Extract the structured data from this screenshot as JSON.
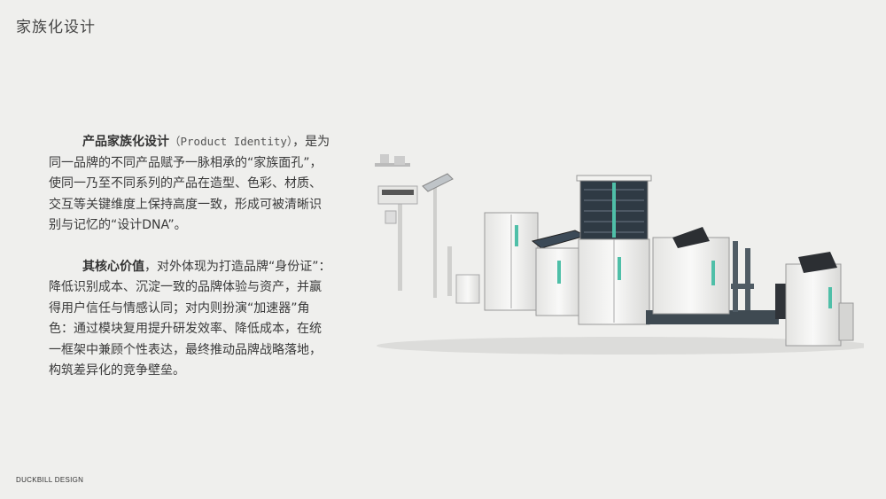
{
  "header": {
    "title": "家族化设计"
  },
  "paragraph1": {
    "bold": "产品家族化设计",
    "latin": "（Product Identity）",
    "text": "，是为同一品牌的不同产品赋予一脉相承的“家族面孔”，使同一乃至不同系列的产品在造型、色彩、材质、交互等关键维度上保持高度一致，形成可被清晰识别与记忆的“设计DNA”。"
  },
  "paragraph2": {
    "bold": "其核心价值",
    "text": "，对外体现为打造品牌“身份证”：降低识别成本、沉淀一致的品牌体验与资产，并赢得用户信任与情感认同；对内则扮演“加速器”角色：通过模块复用提升研发效率、降低成本，在统一框架中兼顾个性表达，最终推动品牌战略落地，构筑差异化的竞争壁垒。"
  },
  "footer": {
    "brand": "DUCKBILL DESIGN"
  },
  "colors": {
    "accent": "#4fbfa8",
    "background": "#efefed"
  }
}
